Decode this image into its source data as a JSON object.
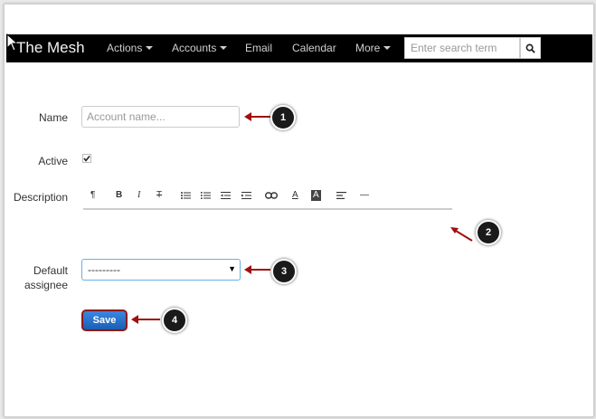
{
  "navbar": {
    "brand": "The Mesh",
    "items": [
      {
        "label": "Actions",
        "dropdown": true
      },
      {
        "label": "Accounts",
        "dropdown": true
      },
      {
        "label": "Email",
        "dropdown": false
      },
      {
        "label": "Calendar",
        "dropdown": false
      },
      {
        "label": "More",
        "dropdown": true
      }
    ],
    "search_placeholder": "Enter search term"
  },
  "form": {
    "name_label": "Name",
    "name_placeholder": "Account name...",
    "active_label": "Active",
    "active_checked": true,
    "description_label": "Description",
    "assignee_label_line1": "Default",
    "assignee_label_line2": "assignee",
    "assignee_selected": "---------",
    "save_label": "Save"
  },
  "toolbar": {
    "paragraph": "¶",
    "bold": "B",
    "italic": "I",
    "strike": "T",
    "font_color": "A",
    "bg_color": "A",
    "hr": "—"
  },
  "callouts": [
    "1",
    "2",
    "3",
    "4"
  ],
  "colors": {
    "navbar_bg": "#000000",
    "arrow": "#a01010",
    "save_button": "#1a5fb4",
    "badge": "#1a1a1a"
  }
}
